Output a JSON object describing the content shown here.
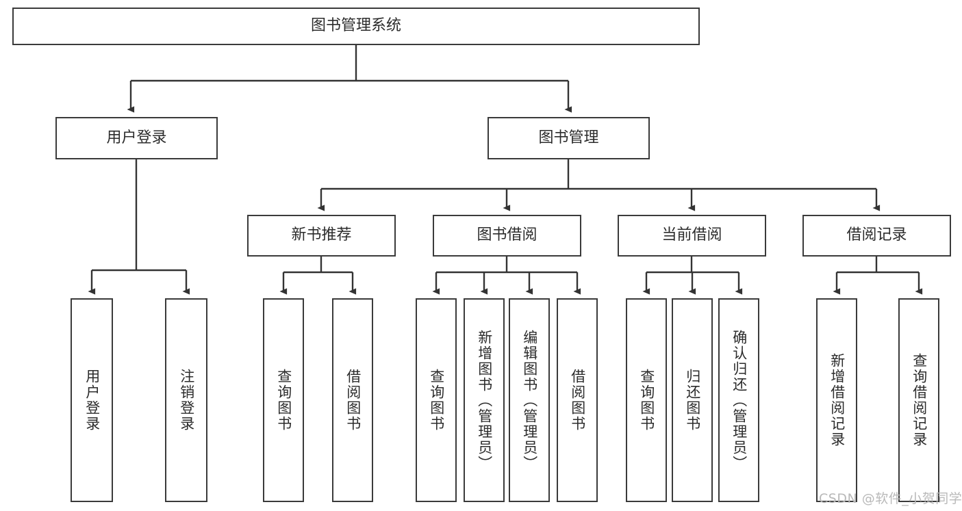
{
  "diagram": {
    "title": "图书管理系统",
    "watermark": "CSDN @软件_小贺同学",
    "colors": {
      "box_border": "#3a3a3a",
      "box_fill": "#ffffff",
      "edge": "#333333",
      "text": "#2b2b2b",
      "watermark": "#b9b9b9",
      "background": "#ffffff"
    }
  },
  "nodes": {
    "root": {
      "label": "图书管理系统"
    },
    "level1": [
      {
        "label": "用户登录"
      },
      {
        "label": "图书管理"
      }
    ],
    "level2": [
      {
        "label": "新书推荐"
      },
      {
        "label": "图书借阅"
      },
      {
        "label": "当前借阅"
      },
      {
        "label": "借阅记录"
      }
    ],
    "leaves": {
      "user_login": [
        {
          "label": "用户登录"
        },
        {
          "label": "注销登录"
        }
      ],
      "new_book_recommend": [
        {
          "label": "查询图书"
        },
        {
          "label": "借阅图书"
        }
      ],
      "book_borrow": [
        {
          "label": "查询图书"
        },
        {
          "label": "新增图书（管理员）"
        },
        {
          "label": "编辑图书（管理员）"
        },
        {
          "label": "借阅图书"
        }
      ],
      "current_borrow": [
        {
          "label": "查询图书"
        },
        {
          "label": "归还图书"
        },
        {
          "label": "确认归还（管理员）"
        }
      ],
      "borrow_records": [
        {
          "label": "新增借阅记录"
        },
        {
          "label": "查询借阅记录"
        }
      ]
    }
  }
}
